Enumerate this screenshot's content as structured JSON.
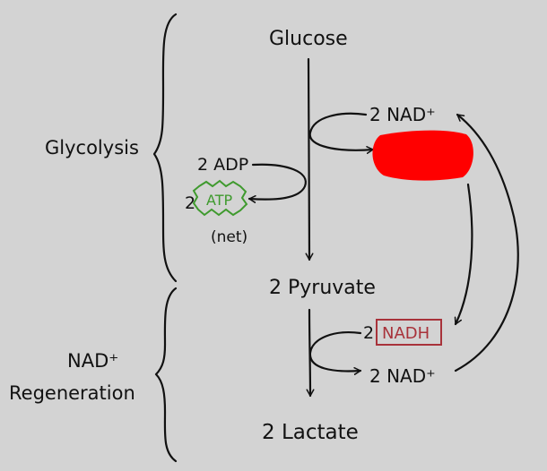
{
  "labels": {
    "glucose": "Glucose",
    "glycolysis": "Glycolysis",
    "nad_regeneration_line1": "NAD⁺",
    "nad_regeneration_line2": "Regeneration",
    "adp": "2 ADP",
    "atp_count": "2",
    "atp": "ATP",
    "net": "(net)",
    "nad_top": "2 NAD⁺",
    "pyruvate": "2 Pyruvate",
    "nadh_count": "2",
    "nadh": "NADH",
    "nad_bottom": "2 NAD⁺",
    "lactate": "2 Lactate"
  },
  "colors": {
    "background": "#d3d3d3",
    "ink": "#111111",
    "atp_green": "#3f9a2e",
    "nadh_maroon": "#a8323a",
    "redaction_red": "#ff0000"
  }
}
